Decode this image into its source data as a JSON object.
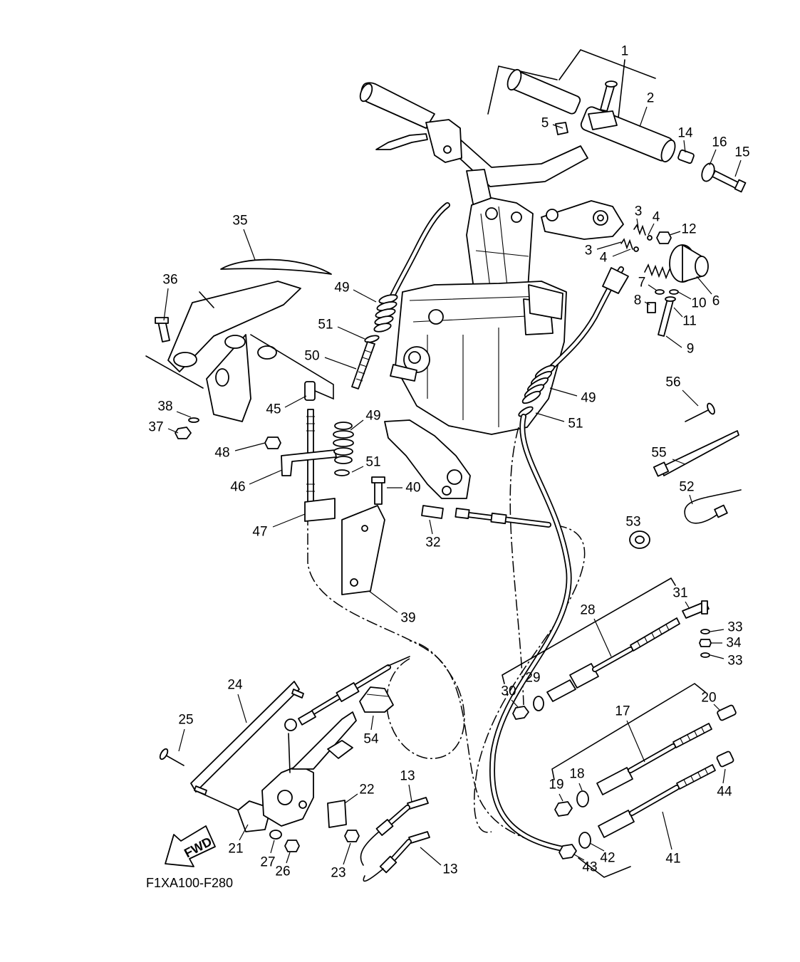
{
  "diagram": {
    "callouts": [
      "1",
      "2",
      "5",
      "14",
      "16",
      "15",
      "3",
      "4",
      "12",
      "3",
      "4",
      "7",
      "8",
      "10",
      "6",
      "11",
      "9",
      "35",
      "36",
      "49",
      "51",
      "50",
      "45",
      "38",
      "37",
      "49",
      "49",
      "51",
      "56",
      "55",
      "52",
      "48",
      "51",
      "46",
      "40",
      "47",
      "32",
      "53",
      "39",
      "31",
      "28",
      "33",
      "34",
      "33",
      "24",
      "29",
      "30",
      "20",
      "25",
      "54",
      "17",
      "13",
      "22",
      "19",
      "18",
      "44",
      "21",
      "27",
      "26",
      "23",
      "13",
      "42",
      "43",
      "41"
    ],
    "fwd_label": "FWD",
    "code": "F1XA100-F280"
  }
}
